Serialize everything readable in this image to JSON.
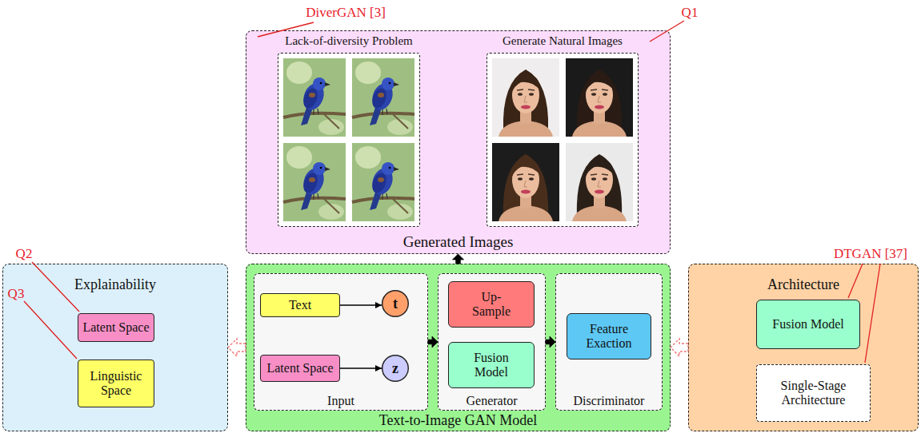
{
  "diagram": {
    "nodes": [
      {
        "text": [
          "Generated Images"
        ]
      },
      {
        "text": [
          "Lack-of-diversity Problem"
        ],
        "in": 0
      },
      {
        "text": [
          "Generate Natural Images"
        ],
        "in": 0
      },
      {
        "text": [
          "Explainability"
        ]
      },
      {
        "text": [
          "Latent Space"
        ],
        "in": 3
      },
      {
        "text": [
          "Linguistic Space"
        ],
        "in": 3
      },
      {
        "text": [
          "Text-to-Image GAN Model"
        ]
      },
      {
        "text": [
          "Input"
        ],
        "in": 6
      },
      {
        "text": [
          "Text"
        ],
        "in": 7
      },
      {
        "text": [
          "t"
        ],
        "in": 7
      },
      {
        "text": [
          "Latent Space"
        ],
        "in": 7
      },
      {
        "text": [
          "z"
        ],
        "in": 7
      },
      {
        "text": [
          "Generator"
        ],
        "in": 6
      },
      {
        "text": [
          "Up-Sample"
        ],
        "in": 12
      },
      {
        "text": [
          "Fusion Model"
        ],
        "in": 12
      },
      {
        "text": [
          "Discriminator"
        ],
        "in": 6
      },
      {
        "text": [
          "Feature Exaction"
        ],
        "in": 15
      },
      {
        "text": [
          "Architecture"
        ]
      },
      {
        "text": [
          "Fusion Model"
        ],
        "in": 17
      },
      {
        "text": [
          "Single-Stage Architecture"
        ],
        "in": 17
      }
    ],
    "edges": [
      {
        "from": 8,
        "to": 9,
        "arrow": "to"
      },
      {
        "from": 10,
        "to": 11,
        "arrow": "to"
      },
      {
        "from": 7,
        "to": 12,
        "arrow": "to"
      },
      {
        "from": 12,
        "to": 15,
        "arrow": "to"
      },
      {
        "from": 6,
        "to": 0,
        "arrow": "to"
      },
      {
        "from": 6,
        "to": 3,
        "arrow": "to"
      },
      {
        "from": 17,
        "to": 6,
        "arrow": "to"
      }
    ],
    "labels": [
      "DiverGAN [3]",
      "Q1",
      "Q2",
      "Q3",
      "DTGAN [37]"
    ]
  }
}
